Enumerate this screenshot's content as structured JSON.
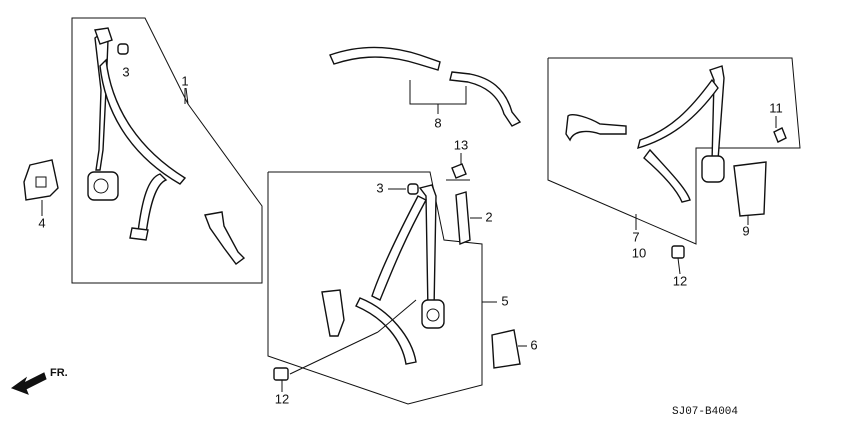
{
  "diagram": {
    "code": "SJ07-B4004",
    "direction_label": "FR.",
    "callouts": [
      {
        "id": "c1",
        "text": "1"
      },
      {
        "id": "c2",
        "text": "2"
      },
      {
        "id": "c3a",
        "text": "3"
      },
      {
        "id": "c3b",
        "text": "3"
      },
      {
        "id": "c4",
        "text": "4"
      },
      {
        "id": "c5",
        "text": "5"
      },
      {
        "id": "c6",
        "text": "6"
      },
      {
        "id": "c7",
        "text": "7"
      },
      {
        "id": "c8",
        "text": "8"
      },
      {
        "id": "c9",
        "text": "9"
      },
      {
        "id": "c10",
        "text": "10"
      },
      {
        "id": "c11",
        "text": "11"
      },
      {
        "id": "c12a",
        "text": "12"
      },
      {
        "id": "c12b",
        "text": "12"
      },
      {
        "id": "c13",
        "text": "13"
      }
    ]
  }
}
